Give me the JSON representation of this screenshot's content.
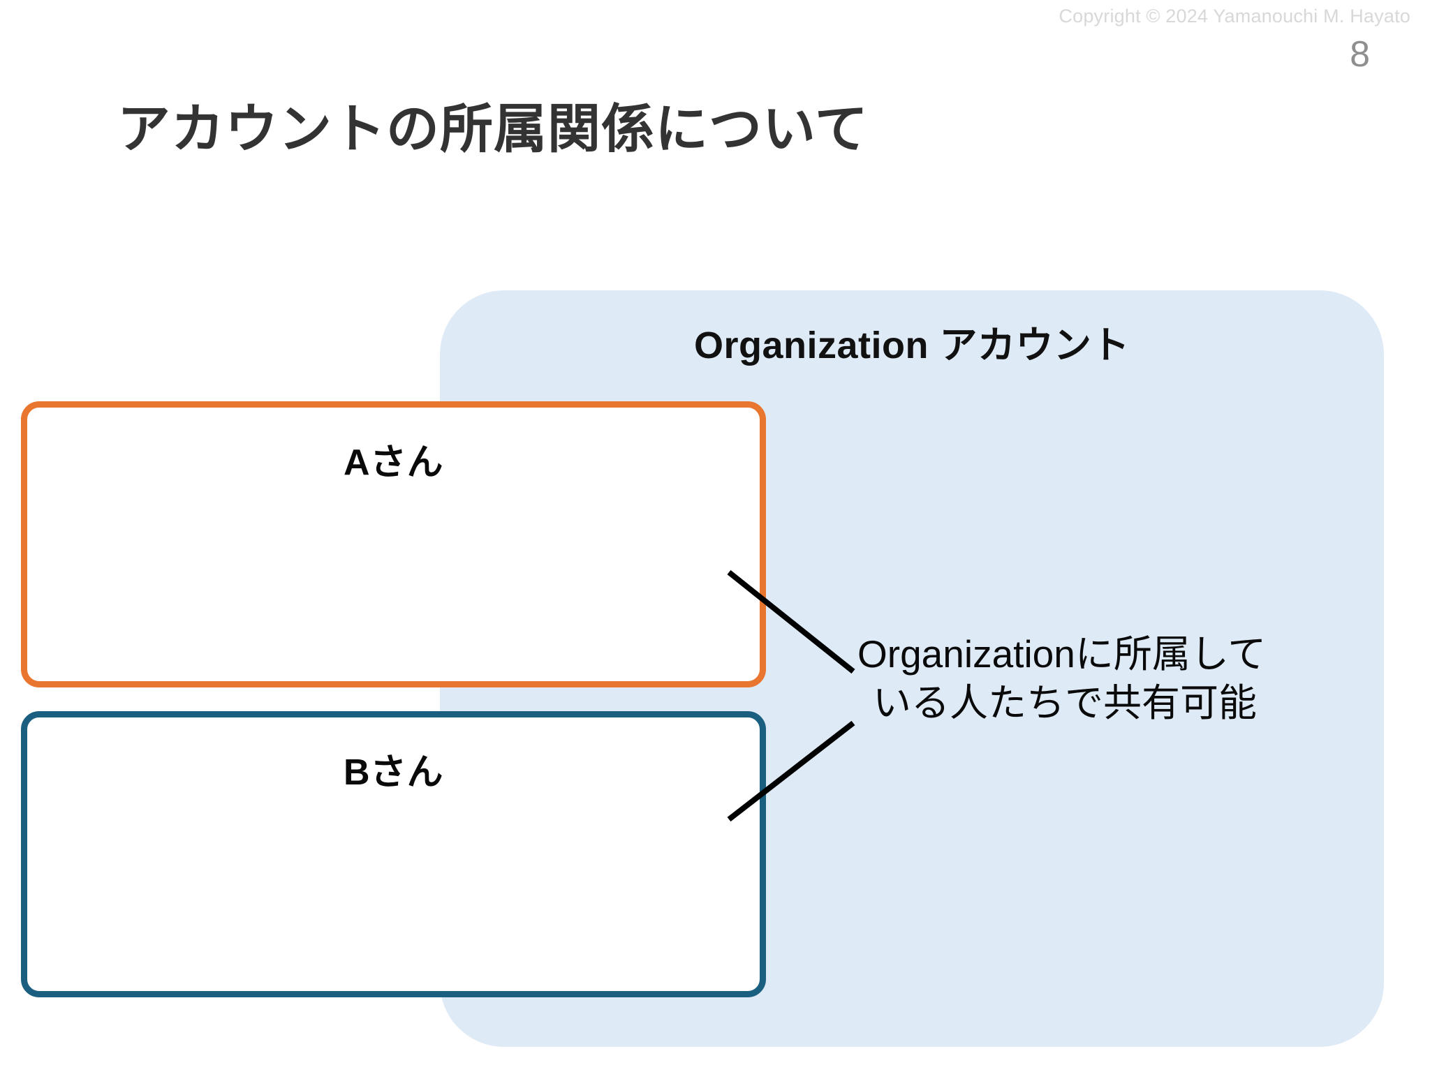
{
  "header": {
    "copyright": "Copyright © 2024 Yamanouchi M. Hayato",
    "page_number": "8",
    "title": "アカウントの所属関係について"
  },
  "diagram": {
    "org_region": {
      "label": "Organization アカウント",
      "fill_color": "#dfeaf7"
    },
    "person_boxes": [
      {
        "label": "Aさん",
        "border_color": "#e8762f"
      },
      {
        "label": "Bさん",
        "border_color": "#1b5f80"
      }
    ],
    "annotation": {
      "line1": "Organizationに所属して",
      "line2": "いる人たちで共有可能",
      "leader_line_color": "#000000"
    }
  },
  "colors": {
    "title_text": "#333333",
    "page_number_text": "#8f8f8f",
    "copyright_text": "#d8d8d8",
    "background": "#ffffff"
  }
}
